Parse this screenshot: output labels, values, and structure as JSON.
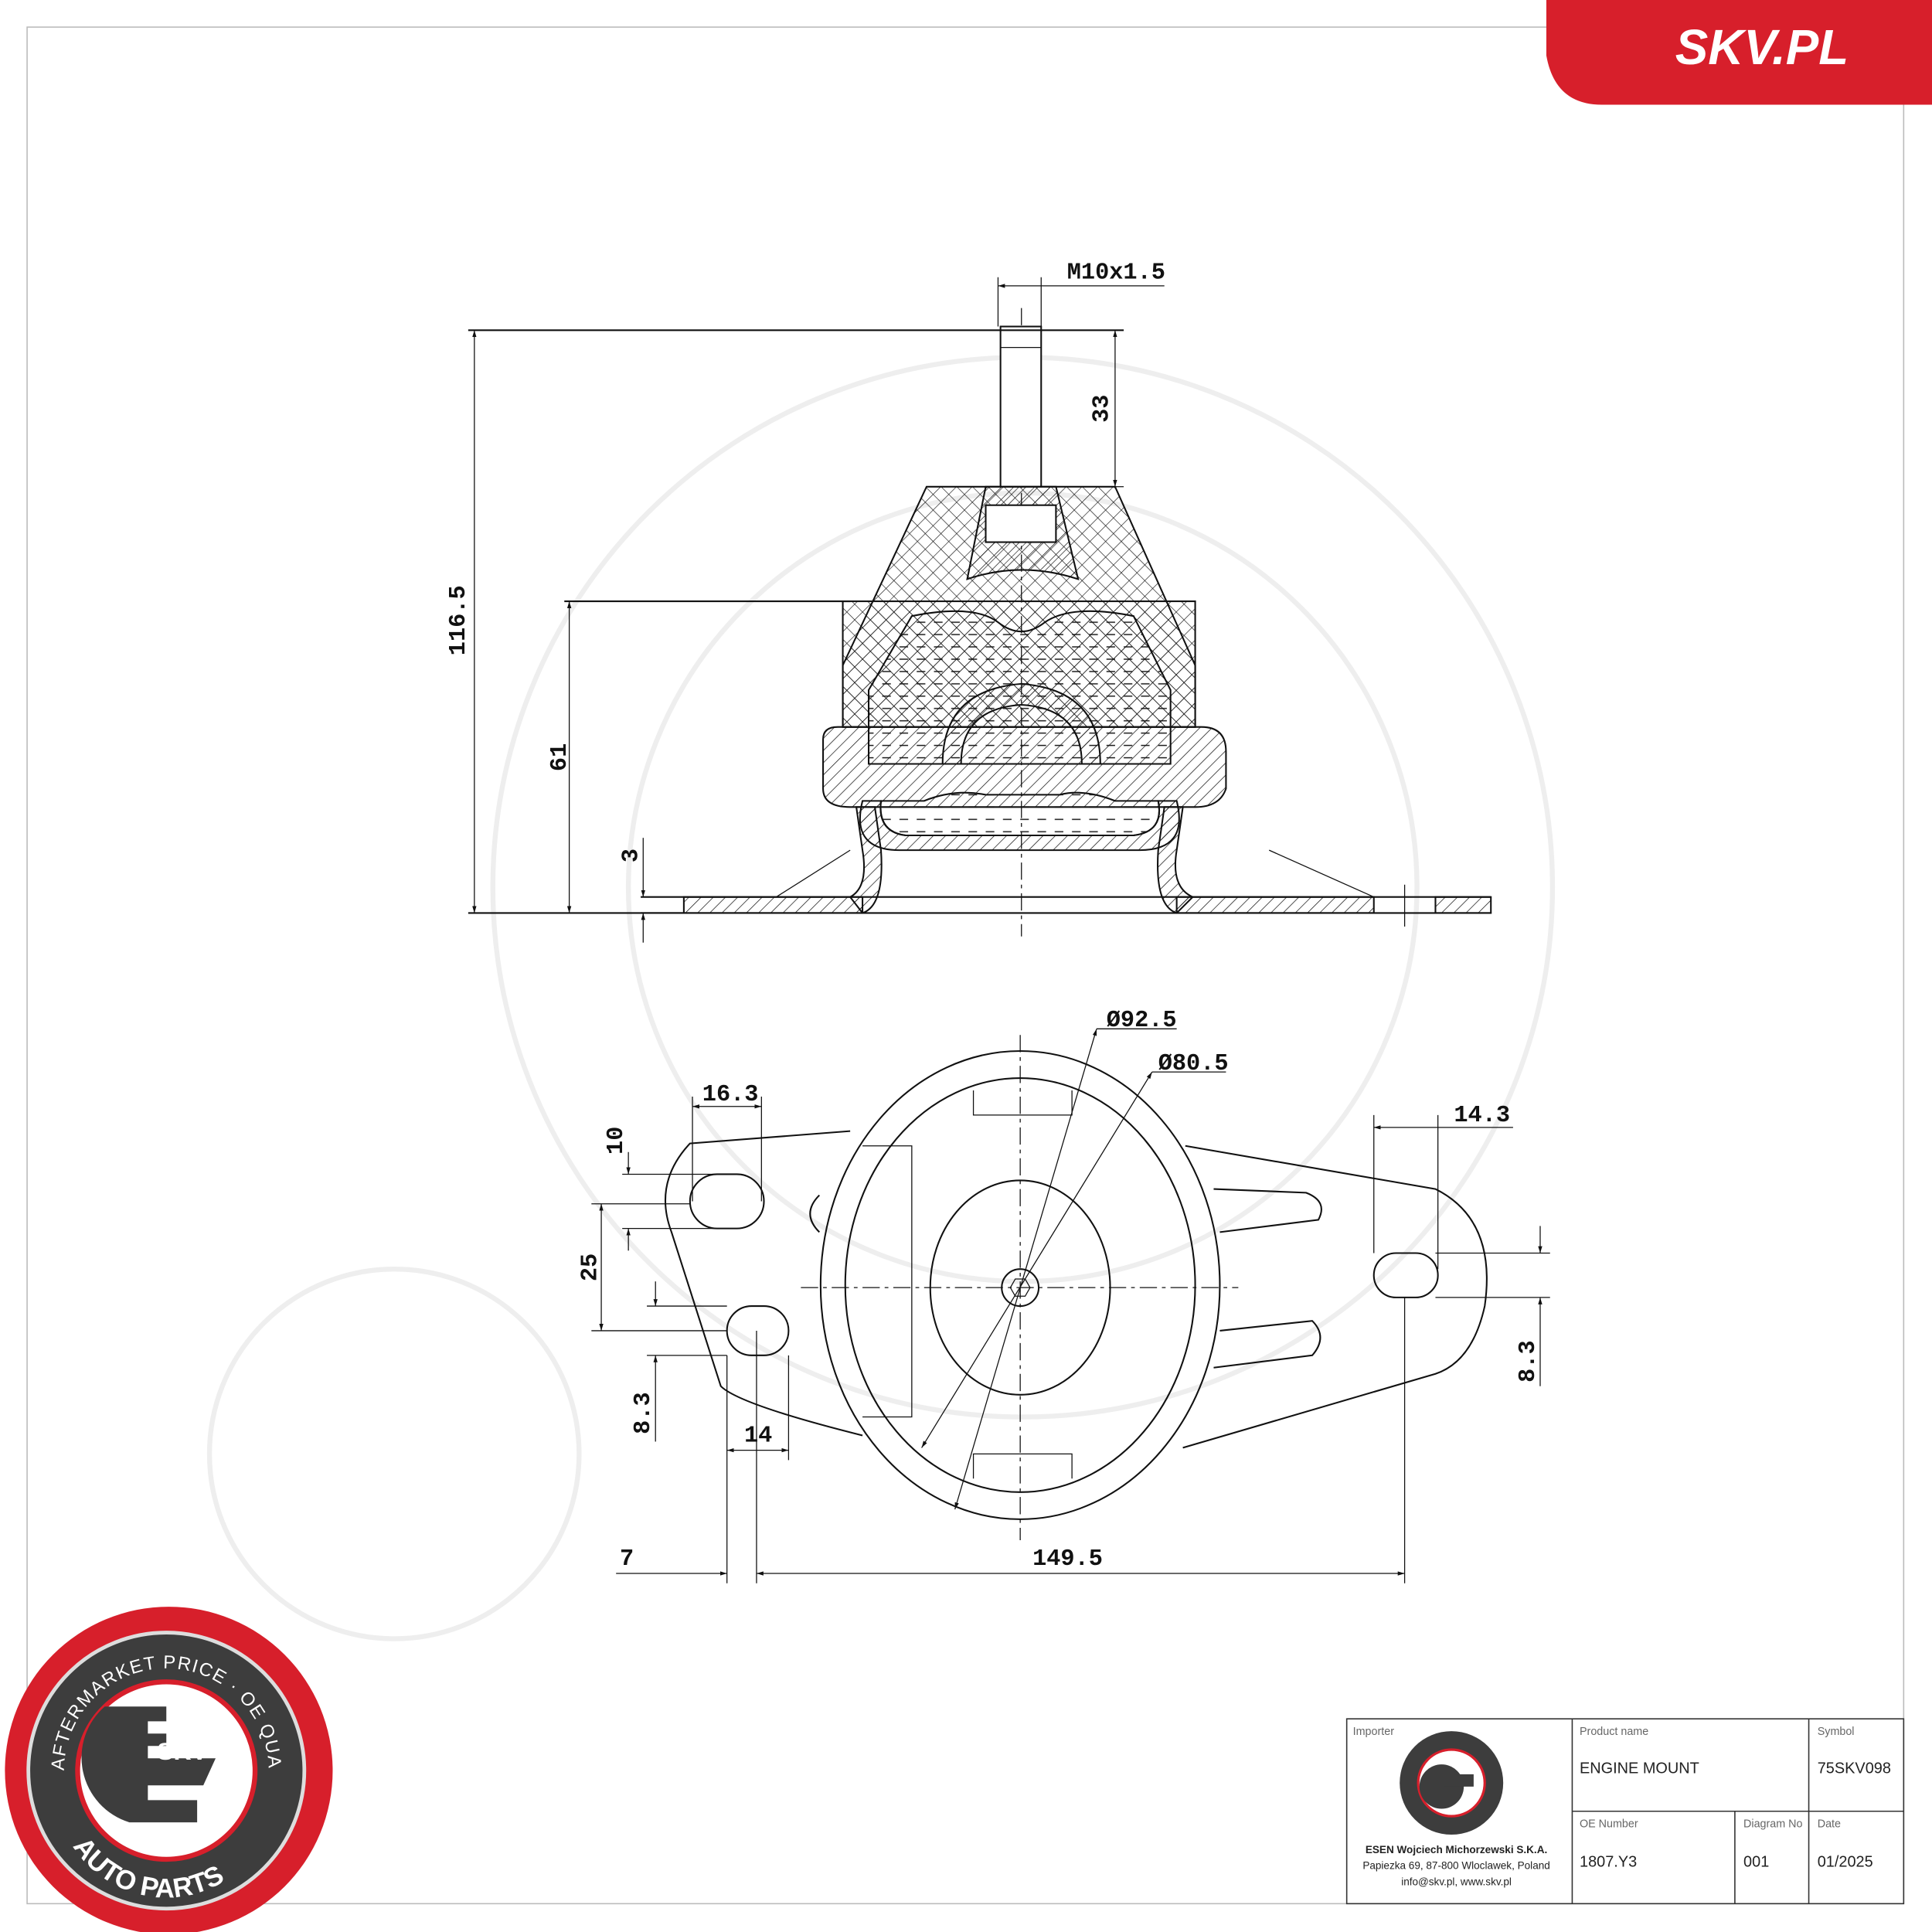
{
  "brand": {
    "banner_text": "SKV.PL",
    "color": "#d71f2b"
  },
  "badge": {
    "top_text": "AFTERMARKET PRICE · OE QUALITY",
    "bottom_text": "AUTO PARTS",
    "center_text": "SKV"
  },
  "dimensions": {
    "thread": "M10x1.5",
    "stud_height": "33",
    "total_height": "116.5",
    "body_height": "61",
    "plate_thickness": "3",
    "outer_diameter": "Ø92.5",
    "inner_diameter": "Ø80.5",
    "left_slot_offset": "16.3",
    "left_slot_width": "10",
    "left_slot_spacing": "25",
    "left_slot_height": "8.3",
    "left_edge_offset": "14",
    "left_margin": "7",
    "hole_spacing": "149.5",
    "right_slot_offset": "14.3",
    "right_slot_height": "8.3"
  },
  "title_block": {
    "importer_label": "Importer",
    "importer_name": "ESEN Wojciech Michorzewski S.K.A.",
    "importer_address": "Papiezka 69, 87-800 Wloclawek, Poland",
    "importer_contact": "info@skv.pl, www.skv.pl",
    "product_label": "Product name",
    "product_name": "ENGINE MOUNT",
    "symbol_label": "Symbol",
    "symbol": "75SKV098",
    "oe_label": "OE Number",
    "oe_number": "1807.Y3",
    "diagram_label": "Diagram No",
    "diagram_no": "001",
    "date_label": "Date",
    "date": "01/2025"
  }
}
